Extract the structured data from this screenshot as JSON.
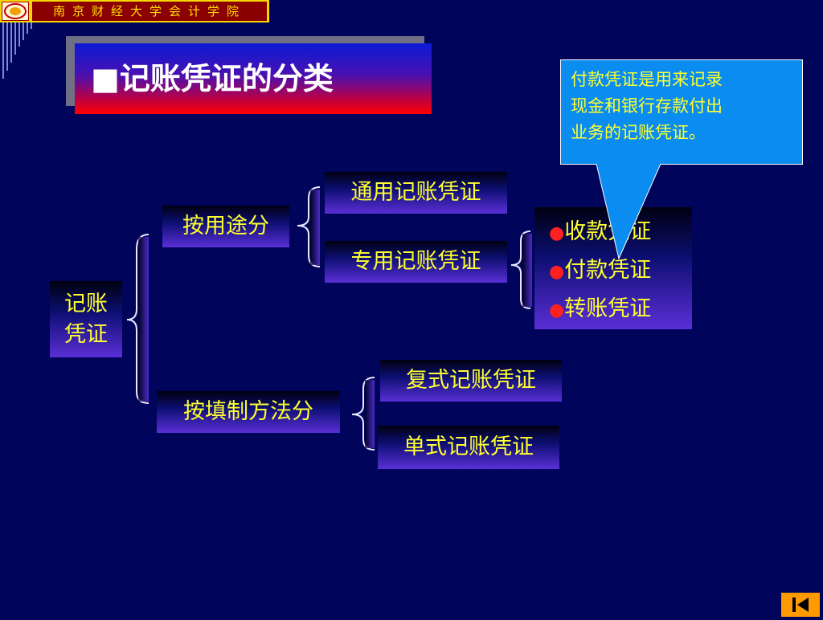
{
  "header": {
    "school_name": "南京财经大学会计学院"
  },
  "title": "■记账凭证的分类",
  "callout": {
    "lines": [
      "付款凭证是用来记录",
      "现金和银行存款付出",
      "业务的记账凭证。"
    ]
  },
  "tree": {
    "root": {
      "line1": "记账",
      "line2": "凭证"
    },
    "by_use": "按用途分",
    "by_method": "按填制方法分",
    "general": "通用记账凭证",
    "special": "专用记账凭证",
    "compound": "复式记账凭证",
    "single": "单式记账凭证",
    "special_types": [
      {
        "label": "收款凭证"
      },
      {
        "label": "付款凭证"
      },
      {
        "label": "转账凭证"
      }
    ]
  },
  "colors": {
    "background": "#00045a",
    "text": "#ffff30",
    "bullet": "#ff2020",
    "callout": "#0a8cf0"
  },
  "nav": {
    "icon": "skip-to-first-icon"
  }
}
